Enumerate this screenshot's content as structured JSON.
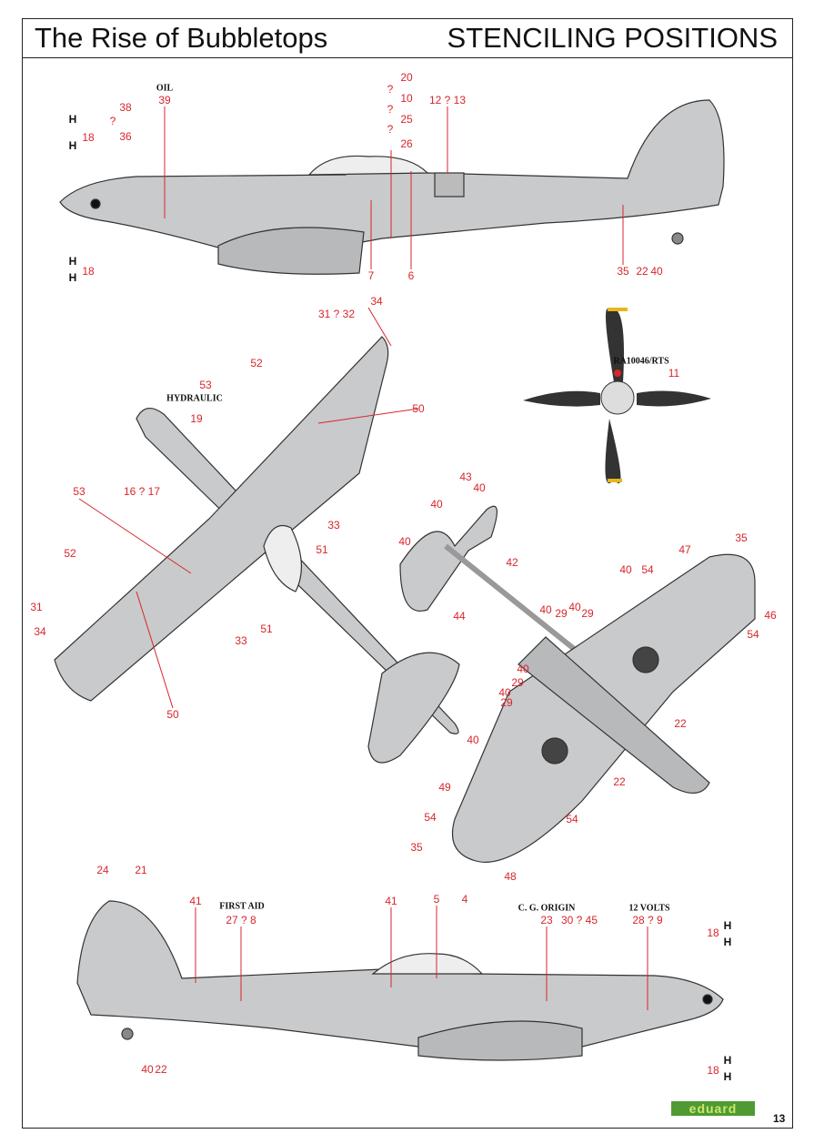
{
  "header": {
    "title": "The Rise of Bubbletops",
    "section": "STENCILING POSITIONS"
  },
  "propeller": {
    "serial": "RA10046/RTS"
  },
  "callouts": [
    "OIL",
    "39",
    "38",
    "?",
    "36",
    "H",
    "H",
    "18",
    "18",
    "H",
    "H",
    "20",
    "?",
    "10",
    "?",
    "25",
    "?",
    "26",
    "12 ? 13",
    "7",
    "6",
    "35",
    "22",
    "40",
    "11",
    "34",
    "31 ? 32",
    "52",
    "53",
    "19",
    "16 ? 17",
    "50",
    "33",
    "51",
    "53",
    "52",
    "31",
    "34",
    "33",
    "51",
    "50",
    "HYDRAULIC",
    "43",
    "40",
    "40",
    "40",
    "42",
    "44",
    "35",
    "47",
    "40",
    "54",
    "40",
    "29",
    "40",
    "29",
    "46",
    "54",
    "40",
    "29",
    "40",
    "29",
    "22",
    "40",
    "22",
    "49",
    "54",
    "54",
    "35",
    "48",
    "24",
    "21",
    "41",
    "FIRST AID",
    "27 ? 8",
    "41",
    "5",
    "4",
    "C. G. ORIGIN",
    "23",
    "30 ? 45",
    "12 VOLTS",
    "28 ? 9",
    "18",
    "H",
    "H",
    "18",
    "H",
    "H",
    "40",
    "22"
  ],
  "footer": {
    "brand": "eduard",
    "page_number": "13"
  }
}
